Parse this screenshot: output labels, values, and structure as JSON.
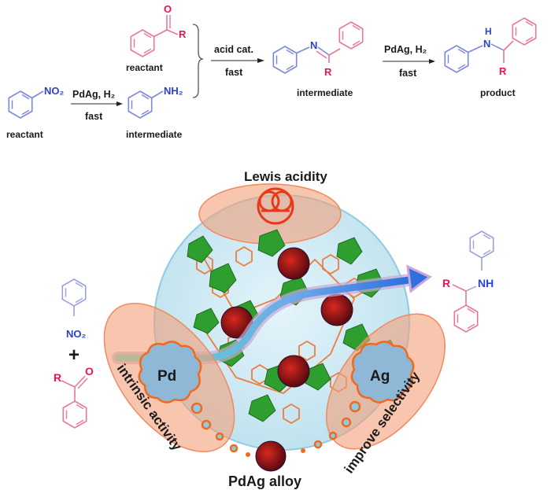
{
  "scheme": {
    "step1": {
      "reactant_group": "NO2",
      "reactant_label": "reactant",
      "conditions_top": "PdAg, H2",
      "conditions_bottom": "fast",
      "product_group": "NH2",
      "product_label": "intermediate"
    },
    "ketone": {
      "o_atom": "O",
      "r_group": "R",
      "label": "reactant"
    },
    "step2": {
      "conditions_top": "acid cat.",
      "conditions_bottom": "fast",
      "n_atom": "N",
      "r_group": "R",
      "label": "intermediate"
    },
    "step3": {
      "conditions_top": "PdAg, H2",
      "conditions_bottom": "fast",
      "nh_h": "H",
      "nh_n": "N",
      "r_group": "R",
      "label": "product"
    }
  },
  "catalyst": {
    "title_top": "Lewis acidity",
    "left_arc_label": "intrinsic activity",
    "right_arc_label": "improve selectivity",
    "bottom_label": "PdAg alloy",
    "left_particle": "Pd",
    "right_particle": "Ag",
    "input": {
      "nitro_group": "NO2",
      "plus": "+",
      "ketone_o": "O",
      "ketone_r": "R"
    },
    "output": {
      "r_group": "R",
      "nh_group": "NH"
    }
  },
  "colors": {
    "aniline_blue": "#7d86d9",
    "heteroatom_blue": "#2b3fd4",
    "ketone_pink": "#e8779a",
    "heteroatom_red": "#e8174a",
    "mof_sphere": "#cfe9f3",
    "highlight_orange": "#f4a07a",
    "cluster_green": "#2e9e2e",
    "nanoparticle_red": "#b3151a",
    "arrow_blue": "#2f6fe0"
  }
}
